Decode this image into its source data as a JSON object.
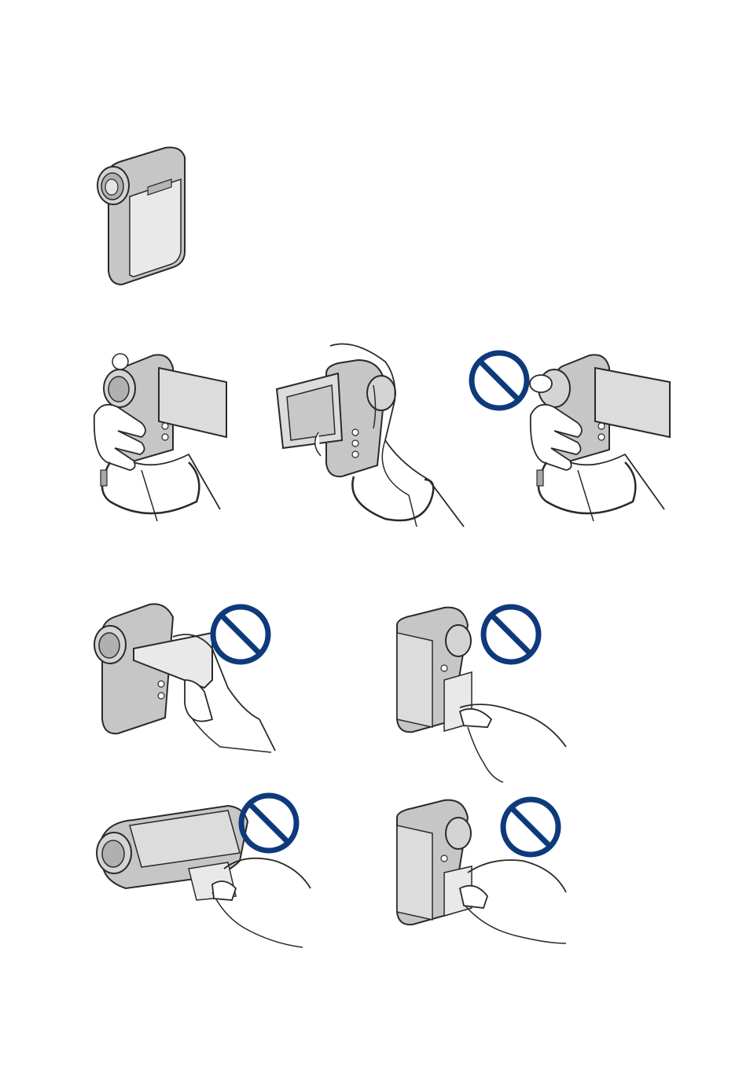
{
  "figures": [
    {
      "name": "camera-closed-figure",
      "caption": ""
    },
    {
      "name": "correct-hold-figure",
      "caption": ""
    },
    {
      "name": "correct-hold-lcd-forward-figure",
      "caption": ""
    },
    {
      "name": "incorrect-lens-cover-figure",
      "caption": ""
    },
    {
      "name": "incorrect-hold-lcd-figure",
      "caption": ""
    },
    {
      "name": "incorrect-hold-usb-figure",
      "caption": ""
    },
    {
      "name": "incorrect-hold-battery-cover-figure",
      "caption": ""
    },
    {
      "name": "incorrect-hold-card-cover-figure",
      "caption": ""
    }
  ],
  "icons": {
    "prohibition": {
      "name": "prohibition-icon",
      "color": "#0e3a7c"
    }
  },
  "colors": {
    "body": "#c6c6c6",
    "body_dark": "#a8a8a8",
    "outline": "#2a2a2a",
    "skin": "#ffffff",
    "panel": "#e9e9e9"
  }
}
